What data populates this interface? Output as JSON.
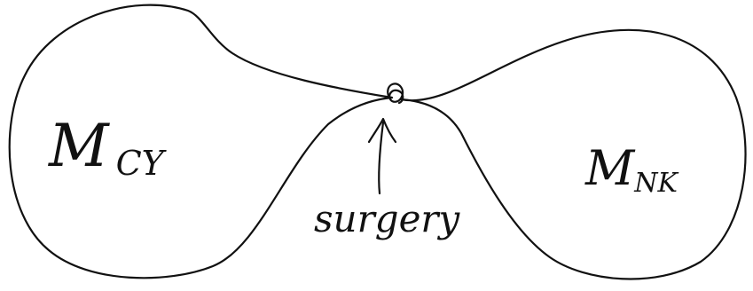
{
  "diagram": {
    "left_region": {
      "symbol": "M",
      "subscript": "CY"
    },
    "right_region": {
      "symbol": "M",
      "subscript": "NK"
    },
    "pointer_label": "surgery"
  },
  "colors": {
    "ink": "#111111",
    "background": "#ffffff"
  }
}
